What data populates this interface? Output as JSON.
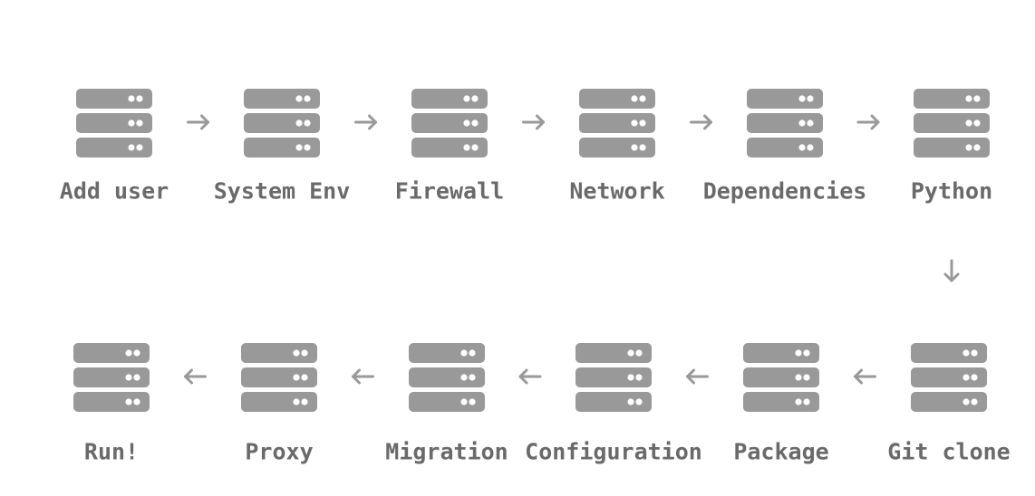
{
  "colors": {
    "server_icon": "#999999",
    "indicator_led": "#ffffff",
    "arrow": "#999999",
    "label_text": "#6a6a6a",
    "background": "#ffffff"
  },
  "icon": "server-stack-icon",
  "steps": [
    {
      "label": "Add user"
    },
    {
      "label": "System Env"
    },
    {
      "label": "Firewall"
    },
    {
      "label": "Network"
    },
    {
      "label": "Dependencies"
    },
    {
      "label": "Python"
    },
    {
      "label": "Git clone"
    },
    {
      "label": "Package"
    },
    {
      "label": "Configuration"
    },
    {
      "label": "Migration"
    },
    {
      "label": "Proxy"
    },
    {
      "label": "Run!"
    }
  ],
  "flow": [
    {
      "from": "Add user",
      "to": "System Env"
    },
    {
      "from": "System Env",
      "to": "Firewall"
    },
    {
      "from": "Firewall",
      "to": "Network"
    },
    {
      "from": "Network",
      "to": "Dependencies"
    },
    {
      "from": "Dependencies",
      "to": "Python"
    },
    {
      "from": "Python",
      "to": "Git clone"
    },
    {
      "from": "Git clone",
      "to": "Package"
    },
    {
      "from": "Package",
      "to": "Configuration"
    },
    {
      "from": "Configuration",
      "to": "Migration"
    },
    {
      "from": "Migration",
      "to": "Proxy"
    },
    {
      "from": "Proxy",
      "to": "Run!"
    }
  ]
}
